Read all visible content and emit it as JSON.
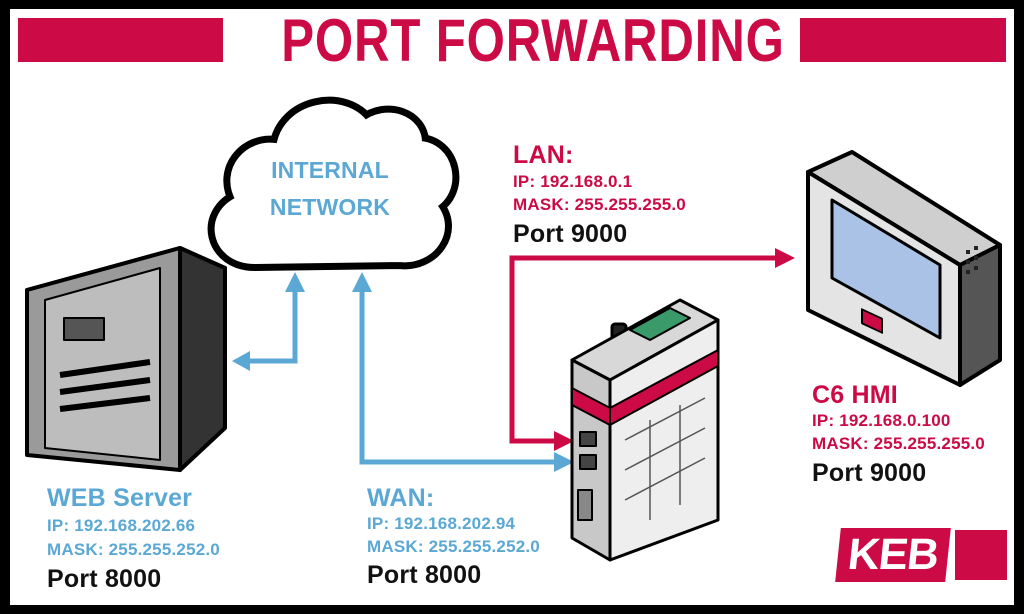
{
  "title": "PORT FORWARDING",
  "cloud": {
    "line1": "INTERNAL",
    "line2": "NETWORK"
  },
  "lan": {
    "label": "LAN:",
    "ip": "IP: 192.168.0.1",
    "mask": "MASK: 255.255.255.0",
    "port": "Port 9000"
  },
  "web_server": {
    "label": "WEB Server",
    "ip": "IP: 192.168.202.66",
    "mask": "MASK: 255.255.252.0",
    "port": "Port 8000"
  },
  "wan": {
    "label": "WAN:",
    "ip": "IP: 192.168.202.94",
    "mask": "MASK: 255.255.252.0",
    "port": "Port 8000"
  },
  "hmi": {
    "label": "C6 HMI",
    "ip": "IP: 192.168.0.100",
    "mask": "MASK: 255.255.255.0",
    "port": "Port 9000"
  },
  "logo": "KEB",
  "colors": {
    "accent": "#cc0a45",
    "blue": "#5ba8d4",
    "frame": "#000000",
    "background": "#ffffff"
  }
}
